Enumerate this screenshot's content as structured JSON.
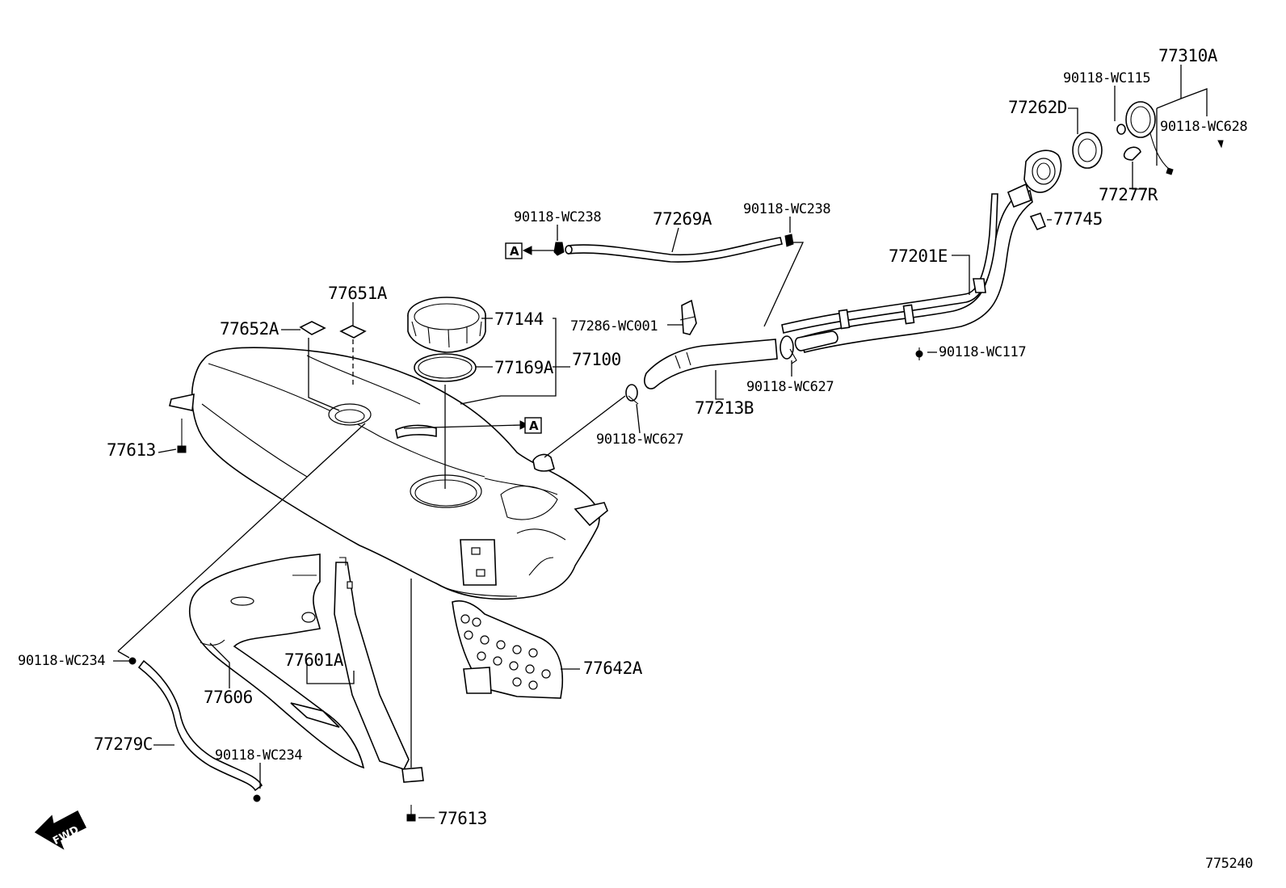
{
  "diagram_id": "775240",
  "direction_mark": "FWD",
  "view_mark": "A",
  "parts": {
    "p77310A": "77310A",
    "p90118_WC115": "90118-WC115",
    "p77262D": "77262D",
    "p90118_WC628": "90118-WC628",
    "p77277R": "77277R",
    "p77745": "77745",
    "p90118_WC238_left": "90118-WC238",
    "p77269A": "77269A",
    "p90118_WC238_right": "90118-WC238",
    "p77201E": "77201E",
    "p77651A": "77651A",
    "p77652A": "77652A",
    "p77144": "77144",
    "p77286_WC001": "77286-WC001",
    "p77169A": "77169A",
    "p77100": "77100",
    "p90118_WC117": "90118-WC117",
    "p90118_WC627_upper": "90118-WC627",
    "p77213B": "77213B",
    "p77613_upper": "77613",
    "p90118_WC627_lower": "90118-WC627",
    "p77642A": "77642A",
    "p77601A": "77601A",
    "p90118_WC234_left": "90118-WC234",
    "p77606": "77606",
    "p77279C": "77279C",
    "p90118_WC234_lower": "90118-WC234",
    "p77613_lower": "77613"
  }
}
